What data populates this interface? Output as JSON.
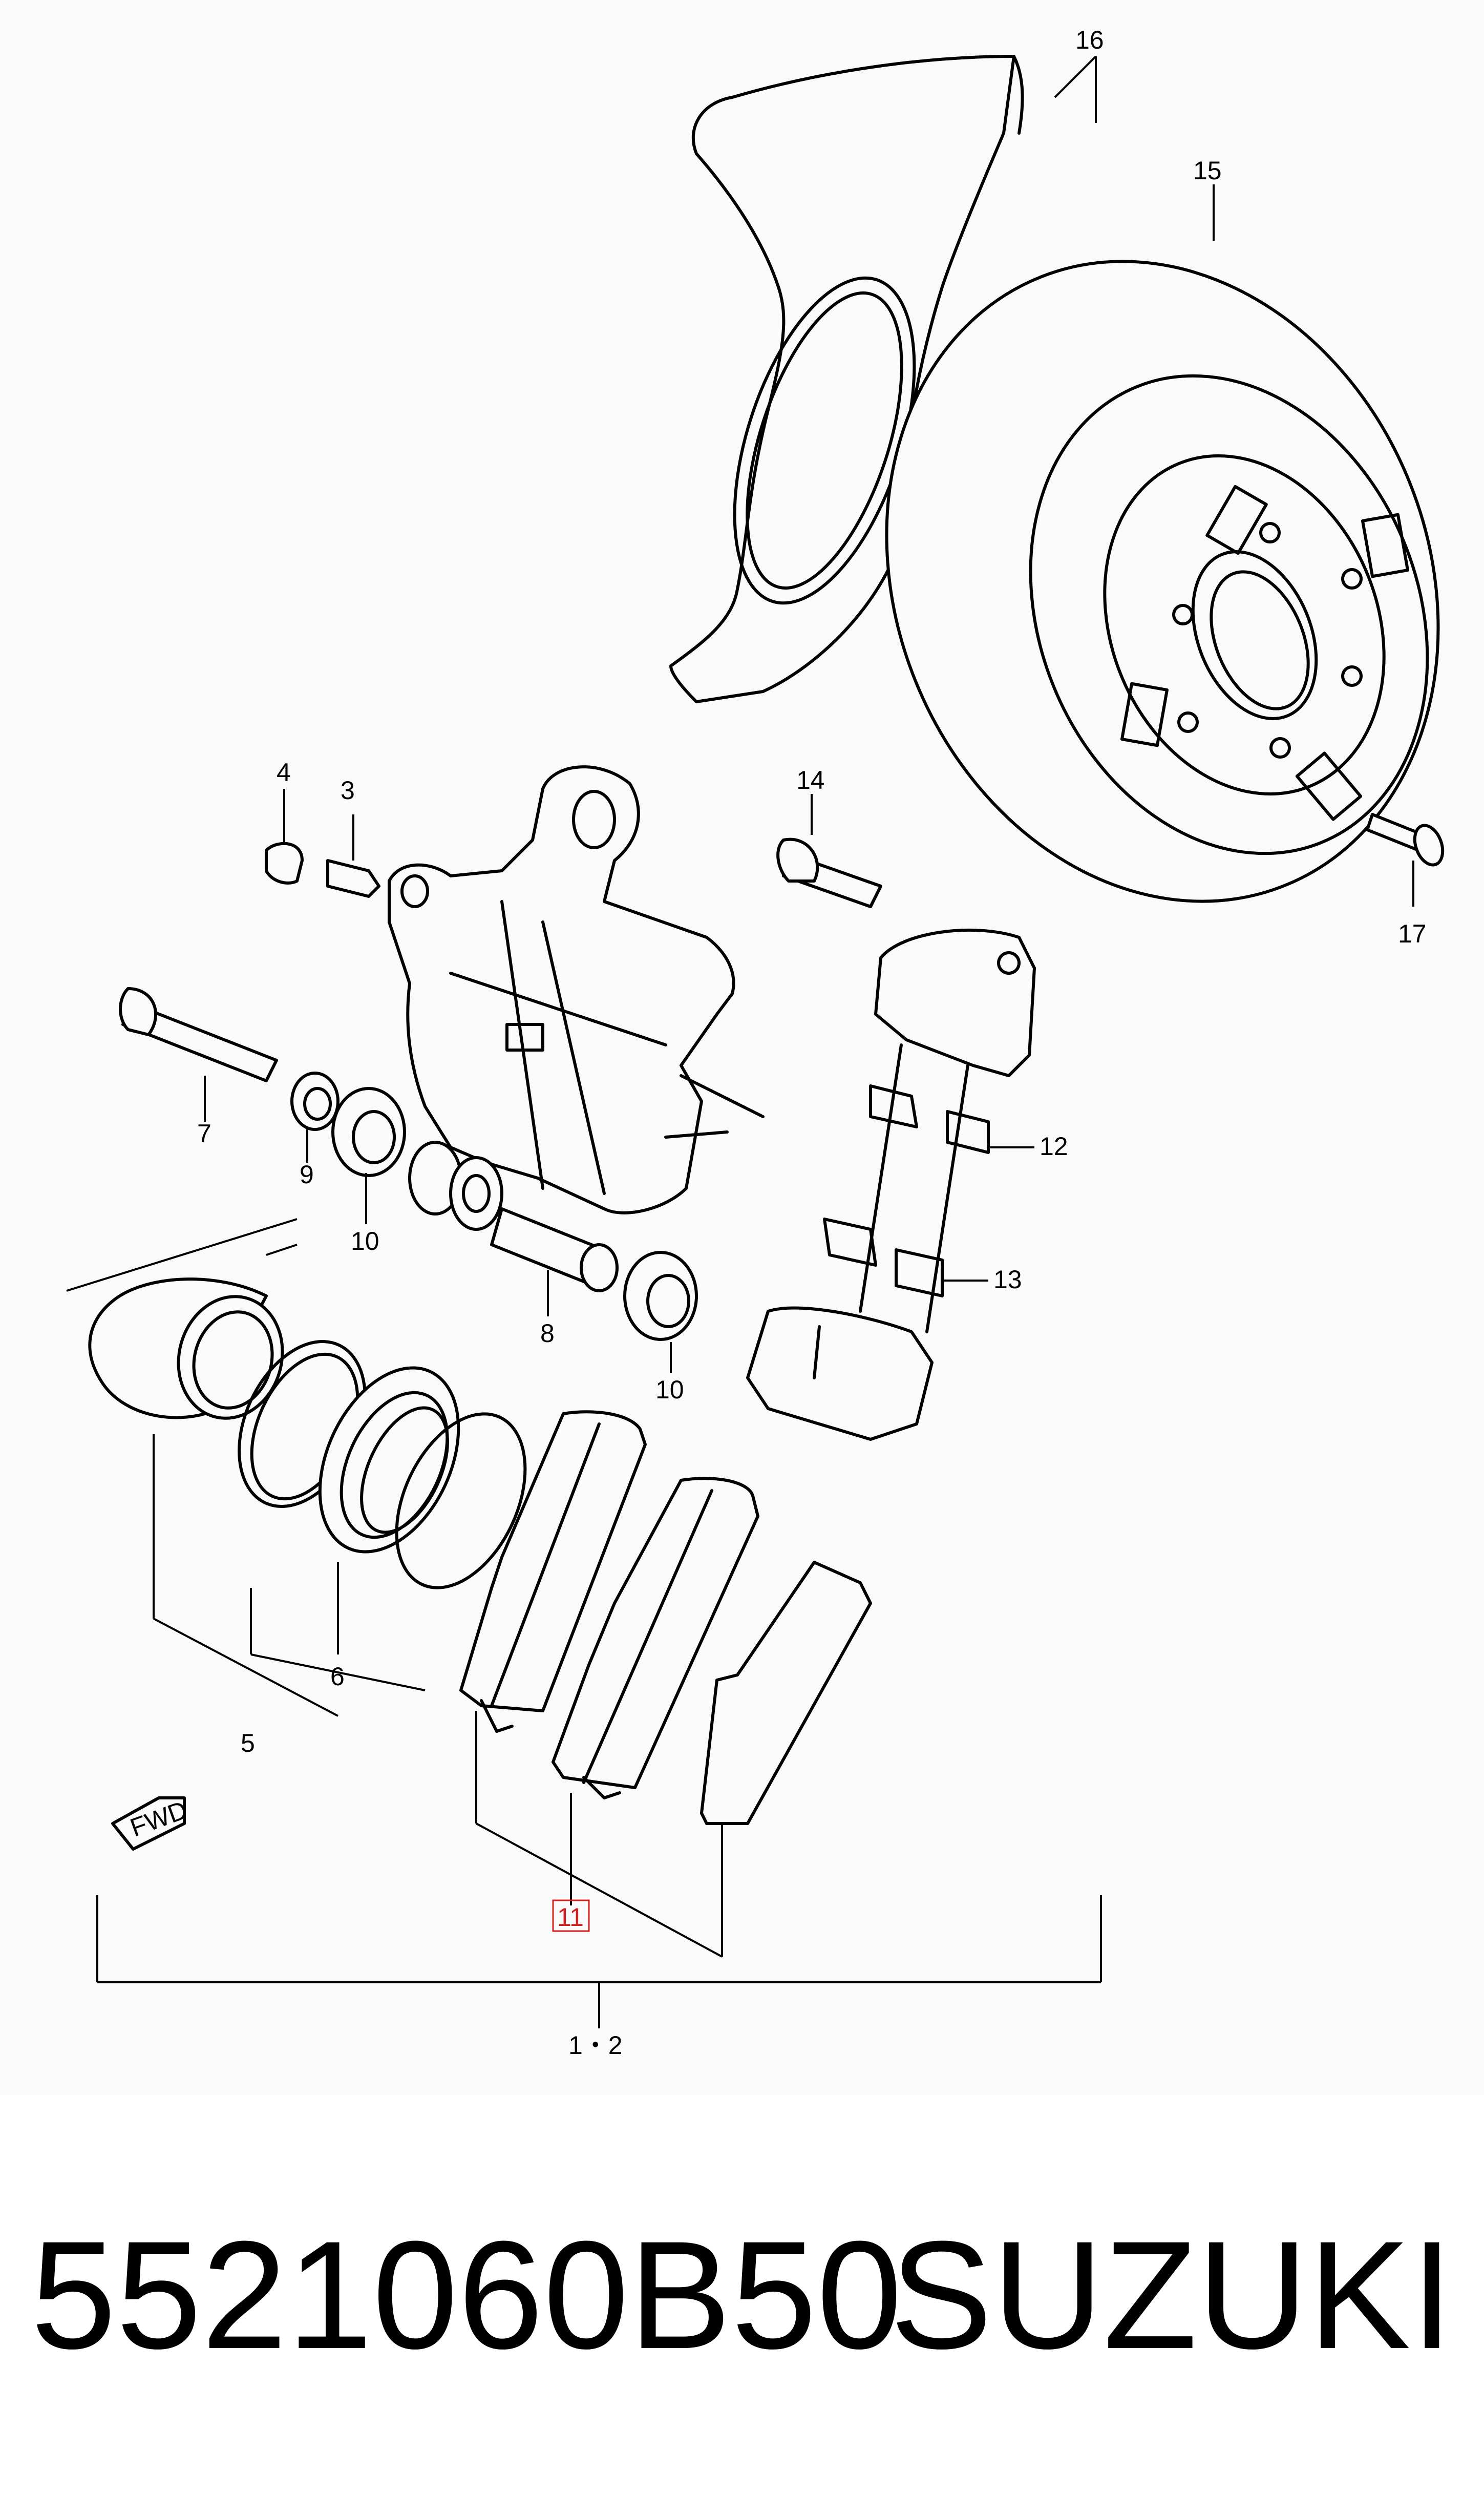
{
  "callouts": {
    "c16": "16",
    "c15": "15",
    "c4": "4",
    "c3": "3",
    "c14": "14",
    "c17": "17",
    "c7": "7",
    "c9": "9",
    "c10a": "10",
    "c12": "12",
    "c13": "13",
    "c8": "8",
    "c10b": "10",
    "c6": "6",
    "c5": "5",
    "c11": "11",
    "c12_assembly": "1・2"
  },
  "fwd_label": "FWD",
  "footer": {
    "part_number": "5521060B50",
    "brand": "SUZUKI"
  },
  "colors": {
    "highlight": "#d02020",
    "line": "#000000",
    "background": "#fafafa"
  }
}
